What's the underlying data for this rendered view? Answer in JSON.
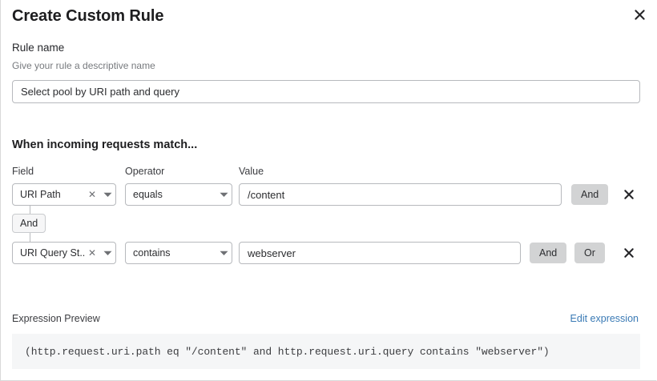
{
  "dialog": {
    "title": "Create Custom Rule",
    "close_icon": "close-icon"
  },
  "rule_name": {
    "label": "Rule name",
    "hint": "Give your rule a descriptive name",
    "value": "Select pool by URI path and query",
    "placeholder": "Rule name"
  },
  "conditions": {
    "heading": "When incoming requests match...",
    "columns": {
      "field": "Field",
      "operator": "Operator",
      "value": "Value"
    },
    "connector": {
      "label": "And"
    },
    "rows": [
      {
        "field": "URI Path",
        "field_clear_icon": "clear-icon",
        "field_caret_icon": "chevron-down-icon",
        "operator": "equals",
        "operator_caret_icon": "chevron-down-icon",
        "value": "/content",
        "value_placeholder": "Value",
        "and_label": "And",
        "delete_icon": "close-icon"
      },
      {
        "field": "URI Query St...",
        "field_clear_icon": "clear-icon",
        "field_caret_icon": "chevron-down-icon",
        "operator": "contains",
        "operator_caret_icon": "chevron-down-icon",
        "value": "webserver",
        "value_placeholder": "Value",
        "and_label": "And",
        "or_label": "Or",
        "delete_icon": "close-icon"
      }
    ]
  },
  "expression": {
    "label": "Expression Preview",
    "edit_link": "Edit expression",
    "code": "(http.request.uri.path eq \"/content\" and http.request.uri.query contains \"webserver\")"
  },
  "colors": {
    "link": "#3a7ab5",
    "logic_button_bg": "#d2d3d4",
    "code_bg": "#f5f6f7",
    "border": "#b7b9bd"
  }
}
